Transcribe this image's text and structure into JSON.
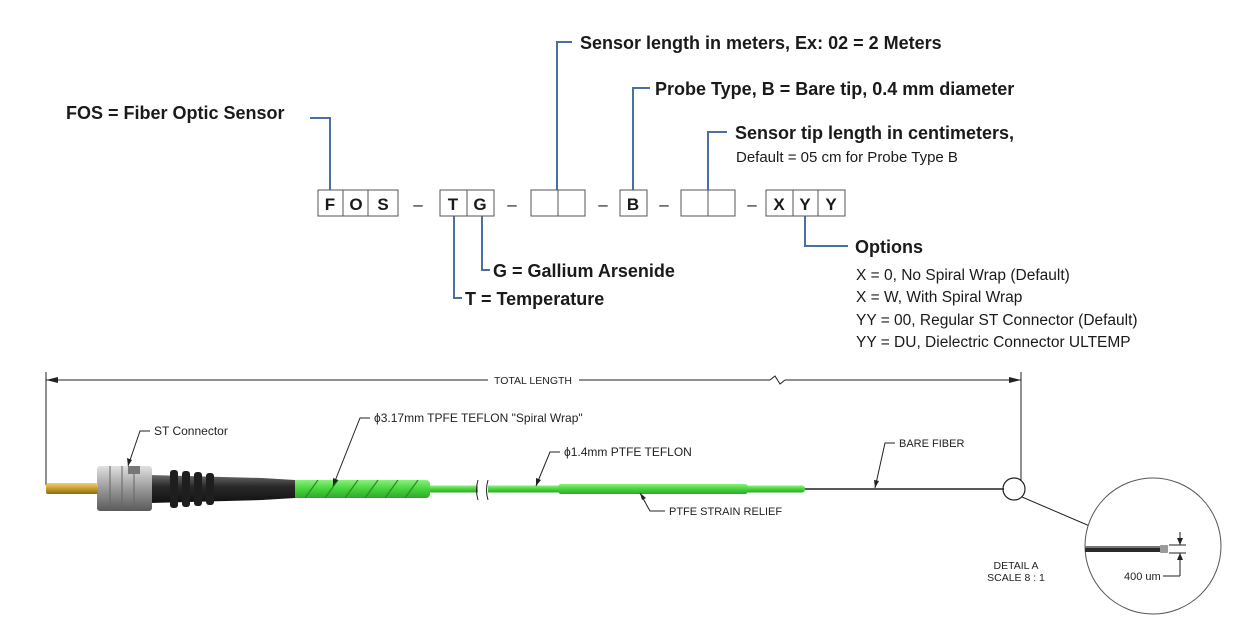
{
  "code": {
    "fos": [
      "F",
      "O",
      "S"
    ],
    "tg": [
      "T",
      "G"
    ],
    "b": "B",
    "xyy": [
      "X",
      "Y",
      "Y"
    ],
    "dash": "–"
  },
  "labels": {
    "fos": "FOS = Fiber Optic Sensor",
    "sensor_length": "Sensor length in meters, Ex: 02 = 2 Meters",
    "probe_type": "Probe Type, B = Bare tip, 0.4 mm diameter",
    "tip_length_title": "Sensor tip length in centimeters,",
    "tip_length_default": "Default = 05 cm for Probe Type B",
    "gallium": "G = Gallium Arsenide",
    "temperature": "T = Temperature",
    "options_title": "Options",
    "options": [
      "X = 0, No Spiral Wrap (Default)",
      "X = W, With Spiral Wrap",
      "YY = 00, Regular ST Connector (Default)",
      "YY = DU, Dielectric Connector ULTEMP"
    ]
  },
  "drawing": {
    "total_length": "TOTAL LENGTH",
    "st_connector": "ST Connector",
    "spiral_wrap": "ϕ3.17mm TPFE TEFLON \"Spiral Wrap\"",
    "ptfe_teflon": "ϕ1.4mm PTFE TEFLON",
    "strain_relief": "PTFE STRAIN RELIEF",
    "bare_fiber": "BARE FIBER",
    "detail_a": "DETAIL A",
    "scale": "SCALE 8 : 1",
    "diameter": "400 um"
  },
  "colors": {
    "leader": "#4a6fa5",
    "teflon_green": "#4ee04a",
    "connector_body": "#2e2e2e",
    "brass_tip": "#c8a030"
  }
}
